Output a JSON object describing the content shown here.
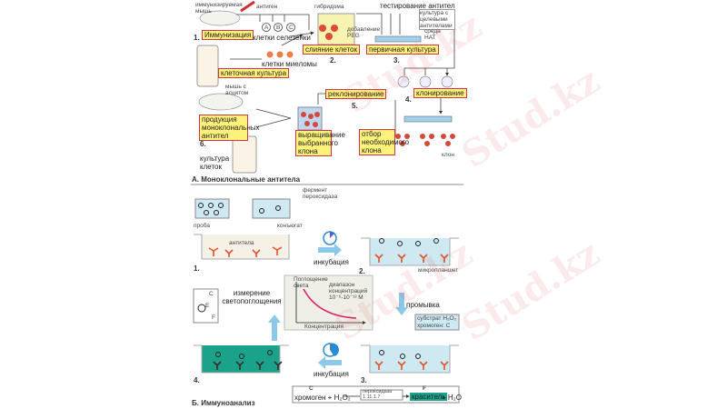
{
  "watermark": "Stud.kz",
  "part_a": {
    "title": "А. Моноклональные антитела",
    "immunized_mouse": "иммунизируемая мышь",
    "antigen": "антиген",
    "step1_num": "1.",
    "step1": "Иммунизация",
    "spleen_cells": "клетки селезенки",
    "antigens": [
      "A",
      "B",
      "C"
    ],
    "hybridoma": "гибридома",
    "peg": "добавление PEG",
    "step2_num": "2.",
    "step2": "слияние клеток",
    "antibody_testing": "тестирование антител",
    "target_culture": "культура с целевыми антителами",
    "hat_medium": "среда НАТ",
    "step3_num": "3.",
    "step3": "первичная культура",
    "myeloma_cells": "клетки миеломы",
    "cell_culture_box": "клеточная культура",
    "ascites_mouse": "мышь с асцитом",
    "recloning": "реклонирование",
    "step4_num": "4.",
    "cloning": "клонирование",
    "step5_num": "5.",
    "production": "продукция моноклональных антител",
    "step6_num": "6.",
    "cell_culture": "культура клеток",
    "growing": "выращивание выбранного клона",
    "selection": "отбор необходимого клона",
    "clone": "клон"
  },
  "part_b": {
    "title": "Б. Иммуноанализ",
    "enzyme": "фермент пероксидаза",
    "sample": "проба",
    "conjugate": "конъюгат",
    "antibodies": "антитела",
    "step1_num": "1.",
    "incubation": "инкубация",
    "step2_num": "2.",
    "microplate": "микропланшет",
    "measurement": "измерение светопоглощения",
    "graph_ylabel": "Поглощение света",
    "graph_range": "диапазон концентраций 10⁻⁶-10⁻¹² M",
    "graph_xlabel": "Концентрация",
    "washing": "промывка",
    "substrate": "субстрат H₂O₂",
    "chromogen": "хромоген: С",
    "step4_num": "4.",
    "incubation2": "инкубация",
    "step3_num": "3.",
    "eq_c": "C",
    "eq_left": "хромоген + H₂O₂",
    "eq_enzyme": "пероксидаза 1.11.1.7",
    "eq_f": "F",
    "eq_dye": "краситель",
    "eq_right": "+ H₂O",
    "formula_c": "C",
    "formula_e": "E",
    "formula_f": "F"
  },
  "colors": {
    "highlight": "#fff27a",
    "box_border": "#d2354a",
    "liquid": "#cfe9f2",
    "dye": "#1aa38a",
    "antibody": "#e0522a",
    "arrow": "#8cc8e8"
  }
}
